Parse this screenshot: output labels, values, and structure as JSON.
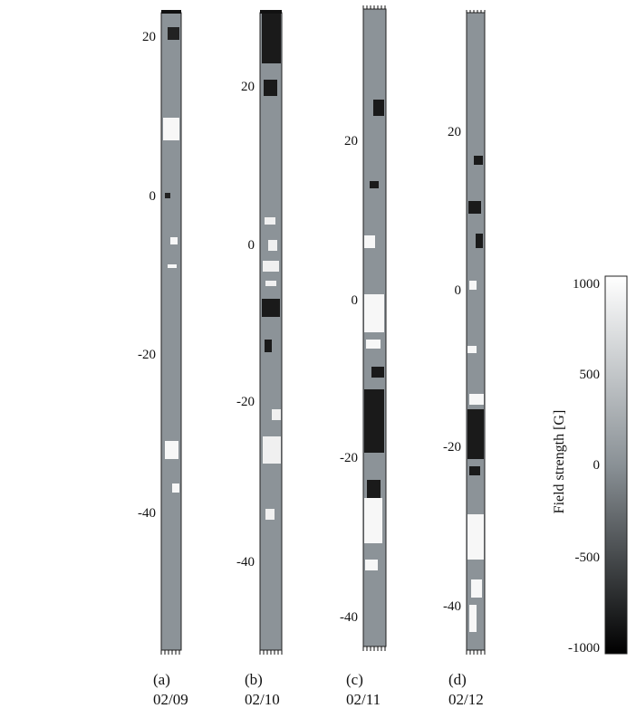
{
  "panels": [
    {
      "id": "a",
      "label": "(a)",
      "date": "02/09",
      "ticks": [
        "20",
        "0",
        "-20",
        "-40"
      ]
    },
    {
      "id": "b",
      "label": "(b)",
      "date": "02/10",
      "ticks": [
        "20",
        "0",
        "-20",
        "-40"
      ]
    },
    {
      "id": "c",
      "label": "(c)",
      "date": "02/11",
      "ticks": [
        "20",
        "0",
        "-20",
        "-40"
      ]
    },
    {
      "id": "d",
      "label": "(d)",
      "date": "02/12",
      "ticks": [
        "20",
        "0",
        "-20",
        "-40"
      ]
    }
  ],
  "colorbar": {
    "title": "Field strength [G]",
    "ticks": [
      "1000",
      "500",
      "0",
      "-500",
      "-1000"
    ],
    "colors": {
      "max": "#ffffff",
      "mid": "#8a9196",
      "min": "#000000"
    }
  }
}
